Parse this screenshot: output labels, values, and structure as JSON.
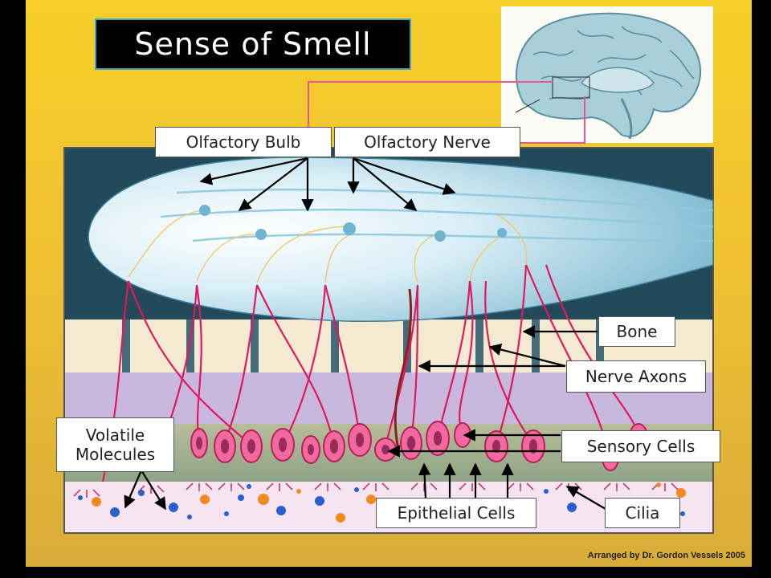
{
  "title": "Sense of Smell",
  "labels": {
    "olfactory_bulb": "Olfactory Bulb",
    "olfactory_nerve": "Olfactory Nerve",
    "bone": "Bone",
    "nerve_axons": "Nerve Axons",
    "volatile_molecules_1": "Volatile",
    "volatile_molecules_2": "Molecules",
    "sensory_cells": "Sensory Cells",
    "epithelial_cells": "Epithelial Cells",
    "cilia": "Cilia"
  },
  "credit": "Arranged by Dr. Gordon Vessels 2005",
  "colors": {
    "background": "#f0c232",
    "title_border": "#3fa7c4",
    "cavity": "#234a5a",
    "bulb": "#d9eef6",
    "axon": "#e0185c",
    "cell": "#f06aa0",
    "connector": "#e8559a"
  }
}
